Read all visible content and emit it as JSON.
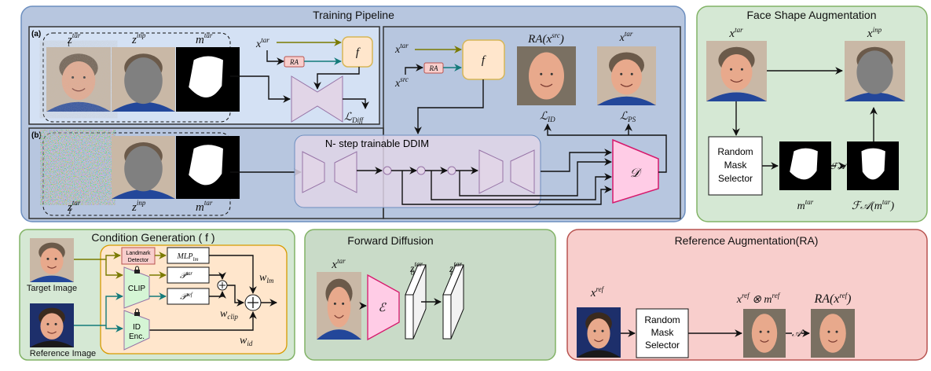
{
  "training": {
    "title": "Training Pipeline",
    "a_label": "(a)",
    "b_label": "(b)",
    "ddim_label": "N- step trainable DDIM",
    "z_t_tar": {
      "b": "z",
      "sup": "tar",
      "sub": "t"
    },
    "z_inp": {
      "b": "z",
      "sup": "inp"
    },
    "m_tar": {
      "b": "m",
      "sup": "tar"
    },
    "z_T_tar": {
      "b": "z",
      "sup": "tar",
      "sub": "T"
    },
    "x_tar": {
      "b": "x",
      "sup": "tar"
    },
    "x_src": {
      "b": "x",
      "sup": "src"
    },
    "ra": "RA",
    "f": "f",
    "ra_x_src": {
      "b": "RA(x",
      "sup": "src",
      "end": ")"
    },
    "loss_diff": {
      "b": "ℒ",
      "sub": "Diff"
    },
    "loss_id": {
      "b": "ℒ",
      "sub": "ID"
    },
    "loss_ps": {
      "b": "ℒ",
      "sub": "PS"
    },
    "decoder": "𝒟"
  },
  "face_shape": {
    "title": "Face Shape Augmentation",
    "x_tar": {
      "b": "x",
      "sup": "tar"
    },
    "x_inp": {
      "b": "x",
      "sup": "inp"
    },
    "selector": [
      "Random",
      "Mask",
      "Selector"
    ],
    "m_tar": {
      "b": "m",
      "sup": "tar"
    },
    "fa": "ℱ𝒜",
    "fa_m_tar": {
      "b": "ℱ𝒜(m",
      "sup": "tar",
      "end": ")"
    }
  },
  "condition": {
    "title": "Condition Generation ( f )",
    "target_image": "Target Image",
    "reference_image": "Reference Image",
    "landmark": [
      "Landmark",
      "Detector"
    ],
    "mlp": {
      "b": "MLP",
      "sub": "lm"
    },
    "clip": "CLIP",
    "p_tar": {
      "b": "𝒫",
      "sup": "tar"
    },
    "p_ref": {
      "b": "𝒫",
      "sup": "ref"
    },
    "id_enc": [
      "ID",
      "Enc."
    ],
    "w_lm": {
      "b": "w",
      "sub": "lm"
    },
    "w_clip": {
      "b": "w",
      "sub": "clip"
    },
    "w_id": {
      "b": "w",
      "sub": "id"
    }
  },
  "forward": {
    "title": "Forward Diffusion",
    "x_tar": {
      "b": "x",
      "sup": "tar"
    },
    "encoder": "ℰ",
    "z0": {
      "b": "z",
      "sup": "tar",
      "sub": "0"
    },
    "zt": {
      "b": "z",
      "sup": "tar",
      "sub": "t"
    }
  },
  "ref_aug": {
    "title": "Reference Augmentation(RA)",
    "x_ref": {
      "b": "x",
      "sup": "ref"
    },
    "selector": [
      "Random",
      "Mask",
      "Selector"
    ],
    "masked": {
      "b": "x",
      "sup": "ref",
      "mid": " ⊗ m",
      "sup2": "ref"
    },
    "a": "𝒜",
    "ra_x_ref": {
      "b": "RA(x",
      "sup": "ref",
      "end": ")"
    }
  },
  "colors": {
    "training_bg": "#b7c6df",
    "panel_a_bg": "#d4e1f4",
    "green_bg": "#d5e8d4",
    "forward_bg": "#c9dbc8",
    "red_bg": "#f8cecc",
    "orange_bg": "#ffe6cc",
    "purple": "#e1d5e7",
    "pink": "#ffcce6",
    "olive_arrow": "#7a7a00",
    "teal_arrow": "#137a7a"
  }
}
